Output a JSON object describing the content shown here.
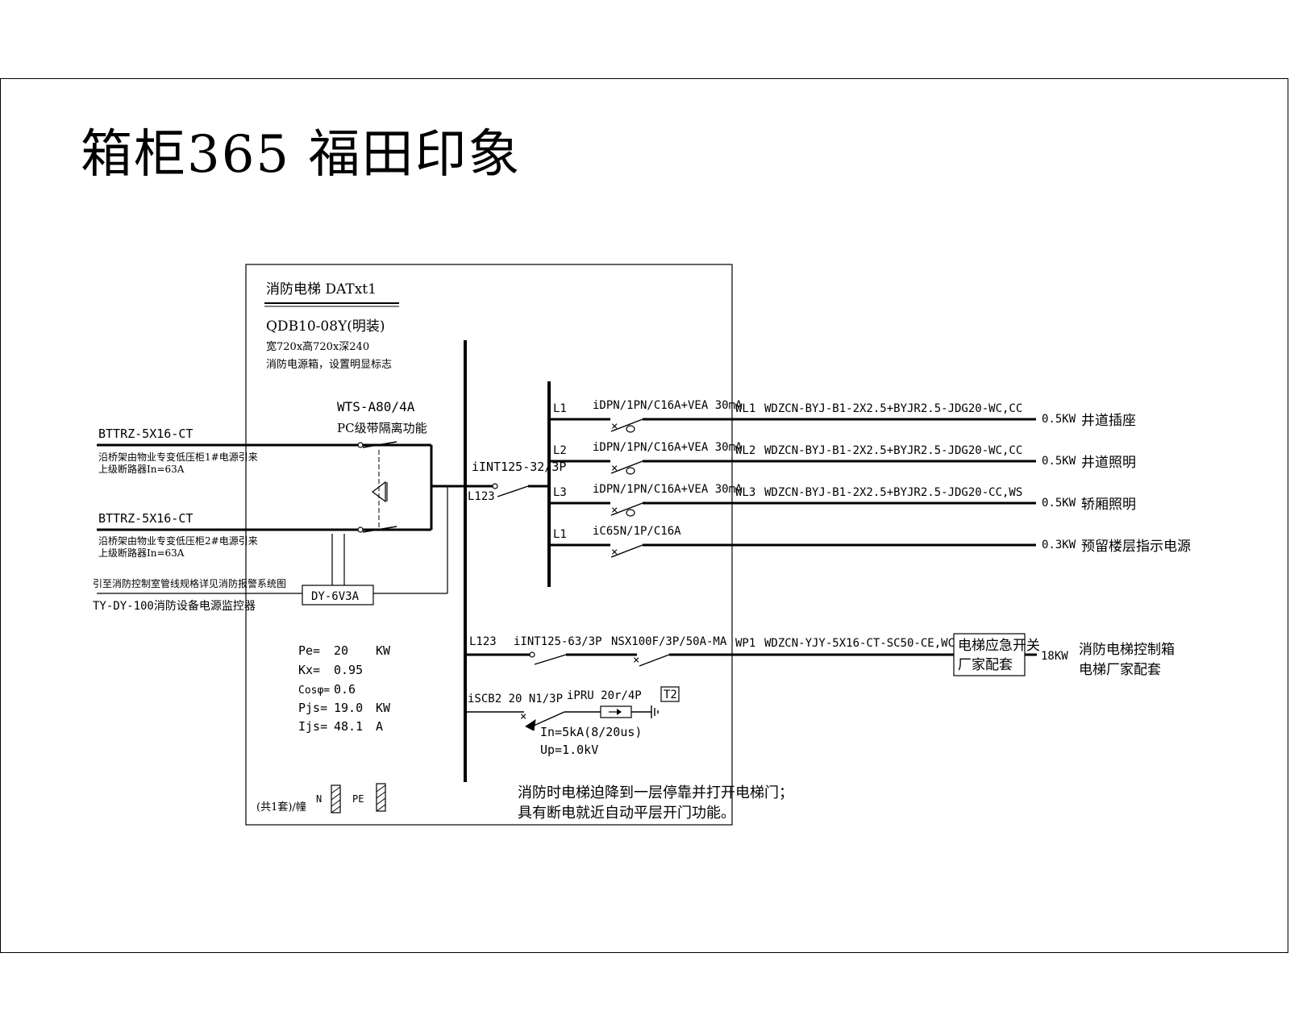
{
  "title": "箱柜365 福田印象",
  "panel": {
    "name_line": "消防电梯 DATxt1",
    "model": "QDB10-08Y(明装)",
    "dims": "宽720x高720x深240",
    "note": "消防电源箱，设置明显标志",
    "ats_label": "WTS-A80/4A",
    "ats_desc": "PC级带隔离功能",
    "dy_box": "DY-6V3A",
    "main_breaker": "iINT125-32/3P",
    "main_phase": "L123",
    "footer_left": "(共1套)/幢",
    "n_label": "N",
    "pe_label": "PE",
    "remark_1": "消防时电梯迫降到一层停靠并打开电梯门；",
    "remark_2": "具有断电就近自动平层开门功能。"
  },
  "incoming": [
    {
      "cable": "BTTRZ-5X16-CT",
      "desc_1": "沿桥架由物业专变低压柜1#电源引来",
      "desc_2": "上级断路器In=63A"
    },
    {
      "cable": "BTTRZ-5X16-CT",
      "desc_1": "沿桥架由物业专变低压柜2#电源引来",
      "desc_2": "上级断路器In=63A"
    }
  ],
  "monitor": {
    "line_1": "引至消防控制室管线规格详见消防报警系统图",
    "line_2": "TY-DY-100消防设备电源监控器"
  },
  "calc": {
    "pe_label": "Pe=",
    "pe_value": "20",
    "pe_unit": "KW",
    "kx_label": "Kx=",
    "kx_value": "0.95",
    "cos_label": "Cosφ=",
    "cos_value": "0.6",
    "pjs_label": "Pjs=",
    "pjs_value": "19.0",
    "pjs_unit": "KW",
    "ijs_label": "Ijs=",
    "ijs_value": "48.1",
    "ijs_unit": "A"
  },
  "circuits": [
    {
      "phase": "L1",
      "breaker": "iDPN/1PN/C16A+VEA  30mA",
      "code": "WL1",
      "cable": "WDZCN-BYJ-B1-2X2.5+BYJR2.5-JDG20-WC,CC",
      "power": "0.5KW",
      "load": "井道插座"
    },
    {
      "phase": "L2",
      "breaker": "iDPN/1PN/C16A+VEA  30mA",
      "code": "WL2",
      "cable": "WDZCN-BYJ-B1-2X2.5+BYJR2.5-JDG20-WC,CC",
      "power": "0.5KW",
      "load": "井道照明"
    },
    {
      "phase": "L3",
      "breaker": "iDPN/1PN/C16A+VEA  30mA",
      "code": "WL3",
      "cable": "WDZCN-BYJ-B1-2X2.5+BYJR2.5-JDG20-CC,WS",
      "power": "0.5KW",
      "load": "轿厢照明"
    },
    {
      "phase": "L1",
      "breaker": "iC65N/1P/C16A",
      "code": "",
      "cable": "",
      "power": "0.3KW",
      "load": "预留楼层指示电源"
    }
  ],
  "elevator": {
    "phase": "L123",
    "isolator": "iINT125-63/3P",
    "breaker": "NSX100F/3P/50A-MA",
    "code": "WP1",
    "cable": "WDZCN-YJY-5X16-CT-SC50-CE,WC",
    "switch_1": "电梯应急开关",
    "switch_2": "厂家配套",
    "power": "18KW",
    "load_1": "消防电梯控制箱",
    "load_2": "电梯厂家配套"
  },
  "spd": {
    "breaker": "iSCB2 20 N1/3P",
    "device": "iPRU 20r/4P",
    "tag": "T2",
    "in_rating": "In=5kA(8/20us)",
    "up_rating": "Up=1.0kV"
  }
}
